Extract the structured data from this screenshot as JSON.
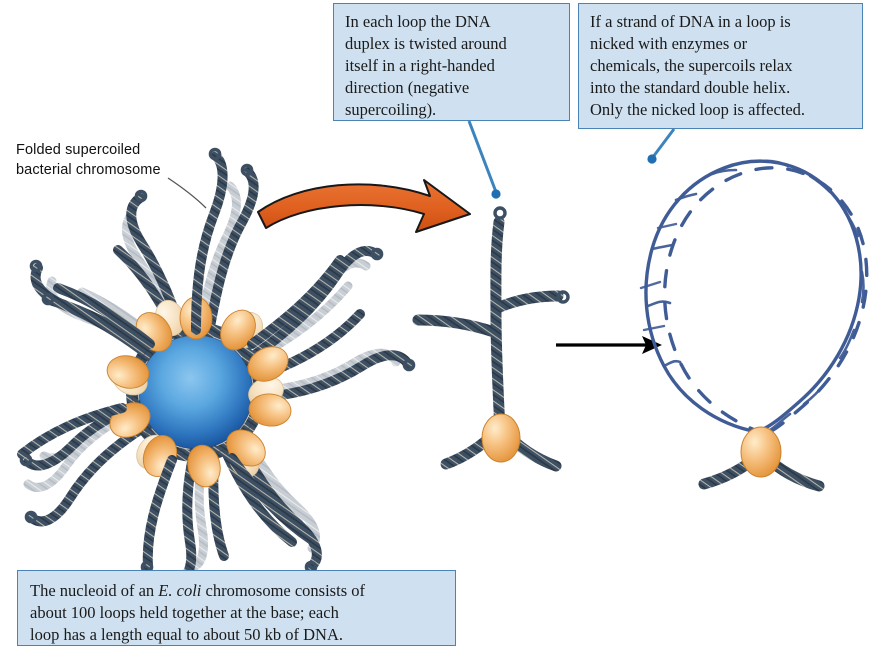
{
  "figure": {
    "title_label": "Folded supercoiled bacterial chromosome",
    "label_line1": "Folded supercoiled",
    "label_line2": "bacterial chromosome"
  },
  "callouts": {
    "supercoiling": {
      "text": "In each loop the DNA duplex is twisted around itself in a right-handed direction (negative supercoiling).",
      "line1": "In each loop the DNA",
      "line2": "duplex is twisted around",
      "line3": "itself in a right-handed",
      "line4": "direction (negative",
      "line5": "supercoiling)."
    },
    "nicking": {
      "text": "If a strand of DNA in a loop is nicked with enzymes or chemicals, the supercoils relax into the standard double helix. Only the nicked loop is affected.",
      "line1": "If a strand of DNA in a loop is",
      "line2": "nicked with enzymes or",
      "line3": "chemicals, the supercoils relax",
      "line4": "into the standard double helix.",
      "line5": "Only the nicked loop is affected."
    }
  },
  "caption": {
    "line1_a": "The nucleoid of an ",
    "line1_em": "E. coli",
    "line1_b": " chromosome consists of",
    "line2": "about 100 loops held together at the base; each",
    "line3": "loop has a length equal to about 50 kb of DNA."
  },
  "colors": {
    "callout_fill": "#cfe1f0",
    "callout_border": "#4a83b5",
    "leader_line": "#3c84bd",
    "rope_dark": "#3d4f63",
    "rope_dark_shade": "#2b3847",
    "rope_highlight": "#cdc7b4",
    "rope_faded": "#c6ccd2",
    "core_blue_center": "#6fb3e4",
    "core_blue_edge": "#1f5fa8",
    "protein_orange": "#f0a95a",
    "protein_orange_light": "#fbdcae",
    "protein_pale": "#f6e6cc",
    "arrow_orange": "#e1601f",
    "arrow_orange_dark": "#1c1c1c",
    "helix_blue": "#3f5c96",
    "arrow_black": "#000000"
  },
  "elements": {
    "orange_arrow_name": "transformation-arrow",
    "black_arrow_name": "relaxation-arrow",
    "folded_chromosome": "folded-supercoiled-chromosome",
    "supercoiled_loop": "supercoiled-loop-detail",
    "relaxed_loop": "relaxed-double-helix-loop",
    "core": "nucleoid-core",
    "protein_bead": "anchoring-protein"
  }
}
